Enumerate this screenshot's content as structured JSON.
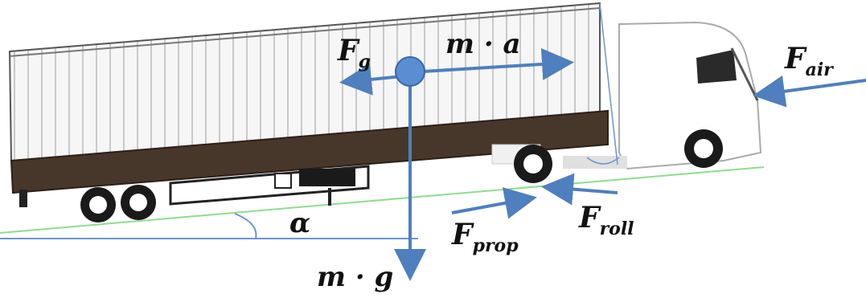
{
  "labels": {
    "fg_main": "F",
    "fg_sub": "g",
    "ma": "m · a",
    "fair_main": "F",
    "fair_sub": "air",
    "alpha": "α",
    "fprop_main": "F",
    "fprop_sub": "prop",
    "froll_main": "F",
    "froll_sub": "roll",
    "mg": "m · g"
  },
  "colors": {
    "arrow": "#4f7fbe",
    "cog_fill": "#5a8ed3",
    "road": "#8fdc8f",
    "horizontal": "#6a95cf",
    "trailer_base": "#47362a"
  }
}
